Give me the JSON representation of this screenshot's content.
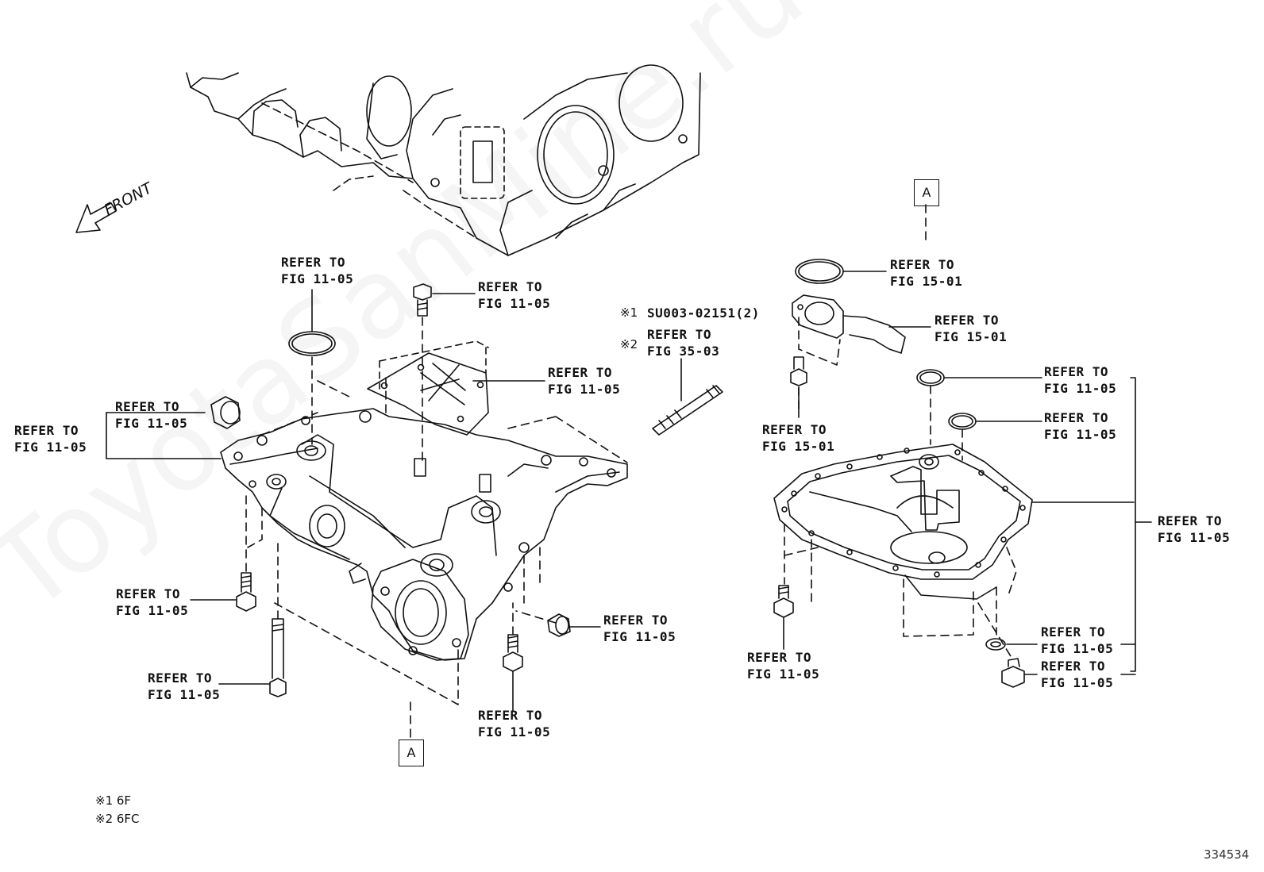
{
  "watermark": "ToyotaSanMine.ru",
  "front_label": "FRONT",
  "box_a": "A",
  "labels": {
    "ring_top_left": "REFER TO\nFIG 11-05",
    "bolt_top_center": "REFER TO\nFIG 11-05",
    "plug_left": "REFER TO\nFIG 11-05",
    "housing_left": "REFER TO\nFIG 11-05",
    "plate_right": "REFER TO\nFIG 11-05",
    "stud_part": "SU003-02151(2)",
    "stud_ref": "REFER TO\nFIG 35-03",
    "bolt_lower_left": "REFER TO\nFIG 11-05",
    "long_bolt": "REFER TO\nFIG 11-05",
    "plug_lower_center": "REFER TO\nFIG 11-05",
    "bolt_lower_center": "REFER TO\nFIG 11-05",
    "gasket_top_right": "REFER TO\nFIG 15-01",
    "strainer": "REFER TO\nFIG 15-01",
    "strainer_bolt": "REFER TO\nFIG 15-01",
    "pan_ring_1": "REFER TO\nFIG 11-05",
    "pan_ring_2": "REFER TO\nFIG 11-05",
    "pan_group": "REFER TO\nFIG 11-05",
    "pan_bolt": "REFER TO\nFIG 11-05",
    "drain_gasket": "REFER TO\nFIG 11-05",
    "drain_plug": "REFER TO\nFIG 11-05"
  },
  "markers": {
    "m1": "※1",
    "m2": "※2"
  },
  "footnotes": [
    "※1 6F",
    "※2 6FC"
  ],
  "figure_number": "334534"
}
